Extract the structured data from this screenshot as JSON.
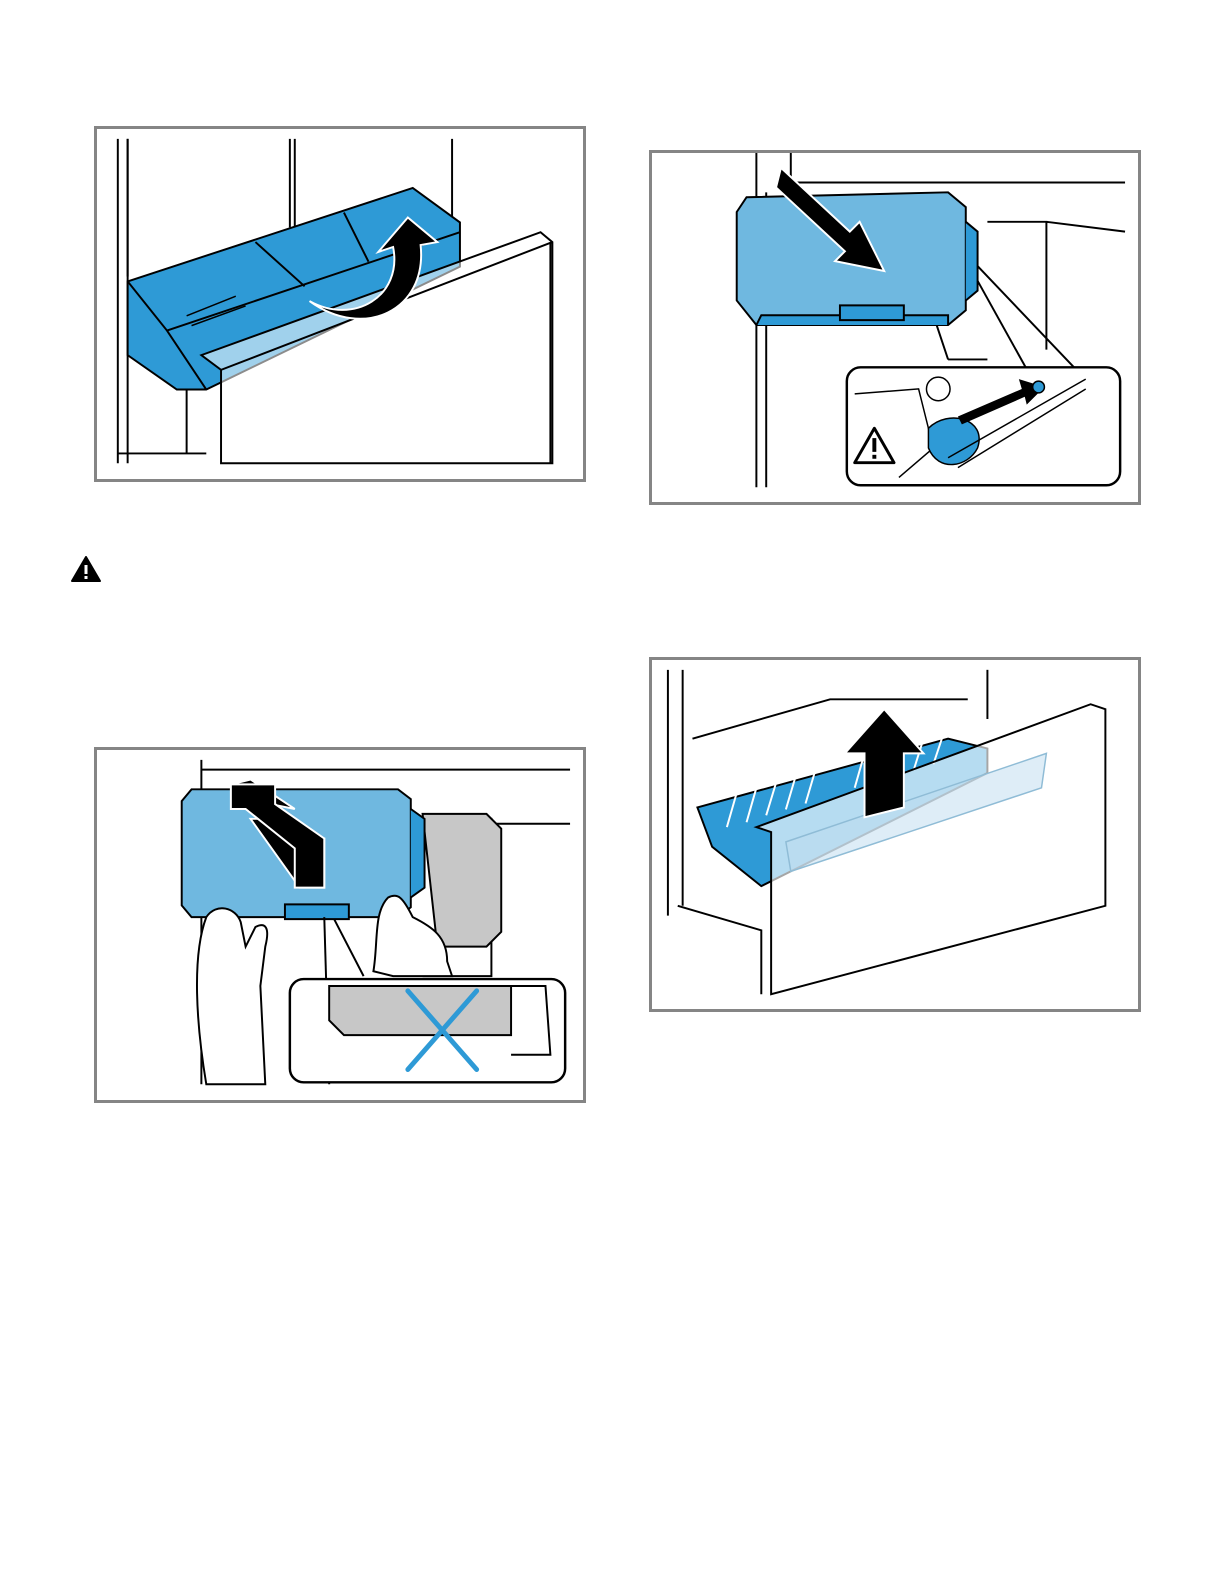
{
  "page": {
    "background": "#ffffff",
    "figure_border_color": "#858585",
    "accent_blue": "#6fb8e0",
    "accent_blue_dark": "#2e9ad6",
    "warning_icon": "warning-triangle-icon"
  },
  "figures": [
    {
      "id": "fig1",
      "icon": "ice-bin-lift-illustration"
    },
    {
      "id": "fig2",
      "icon": "ice-maker-slide-out-illustration"
    },
    {
      "id": "fig3",
      "icon": "ice-maker-remove-by-hand-illustration"
    },
    {
      "id": "fig4",
      "icon": "freezer-drawer-lift-illustration"
    }
  ]
}
